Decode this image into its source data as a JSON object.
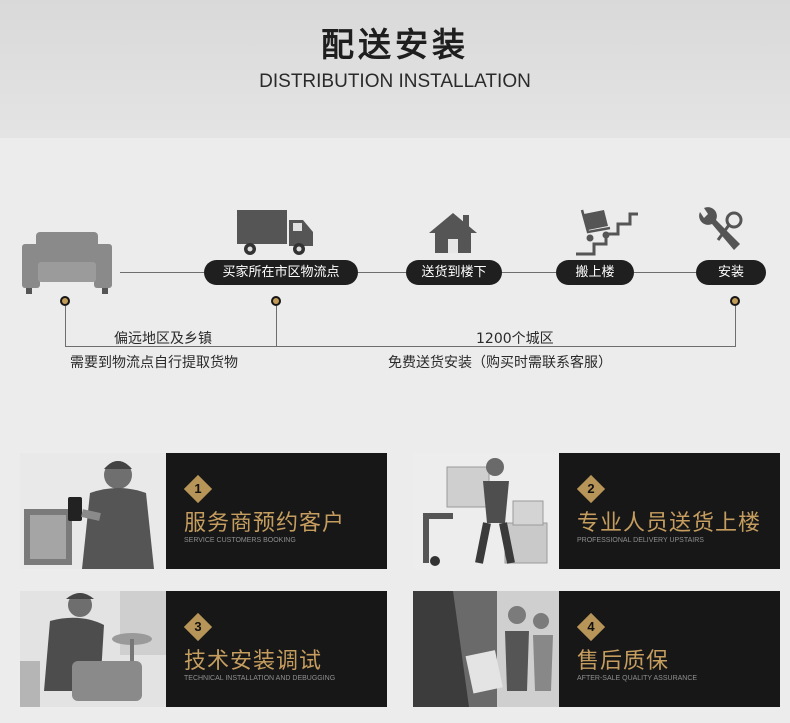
{
  "header": {
    "title": "配送安装",
    "subtitle": "DISTRIBUTION INSTALLATION"
  },
  "flow": {
    "steps": [
      {
        "label": "买家所在市区物流点",
        "icon": "truck-icon"
      },
      {
        "label": "送货到楼下",
        "icon": "house-icon"
      },
      {
        "label": "搬上楼",
        "icon": "stairs-cart-icon"
      },
      {
        "label": "安装",
        "icon": "wrench-key-icon"
      }
    ],
    "start_icon": "sofa-icon",
    "remote_line1": "偏远地区及乡镇",
    "remote_line2": "需要到物流点自行提取货物",
    "city_line1": "1200个城区",
    "city_line2": "免费送货安装（购买时需联系客服）"
  },
  "services": [
    {
      "num": "1",
      "title": "服务商预约客户",
      "subtitle": "SERVICE CUSTOMERS BOOKING"
    },
    {
      "num": "2",
      "title": "专业人员送货上楼",
      "subtitle": "PROFESSIONAL DELIVERY UPSTAIRS"
    },
    {
      "num": "3",
      "title": "技术安装调试",
      "subtitle": "TECHNICAL INSTALLATION AND DEBUGGING"
    },
    {
      "num": "4",
      "title": "售后质保",
      "subtitle": "AFTER-SALE QUALITY ASSURANCE"
    }
  ],
  "colors": {
    "accent": "#c59d5f",
    "dark": "#171717",
    "pill": "#1f1f1f"
  }
}
